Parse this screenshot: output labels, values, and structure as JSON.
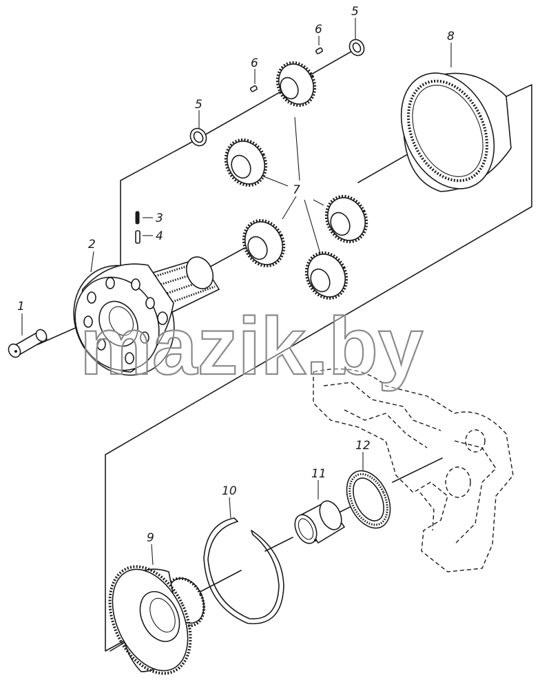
{
  "watermark": "mazik.by",
  "callouts": {
    "c1": "1",
    "c2": "2",
    "c3": "3",
    "c4": "4",
    "c5a": "5",
    "c5b": "5",
    "c6a": "6",
    "c6b": "6",
    "c7": "7",
    "c8": "8",
    "c9": "9",
    "c10": "10",
    "c11": "11",
    "c12": "12"
  }
}
